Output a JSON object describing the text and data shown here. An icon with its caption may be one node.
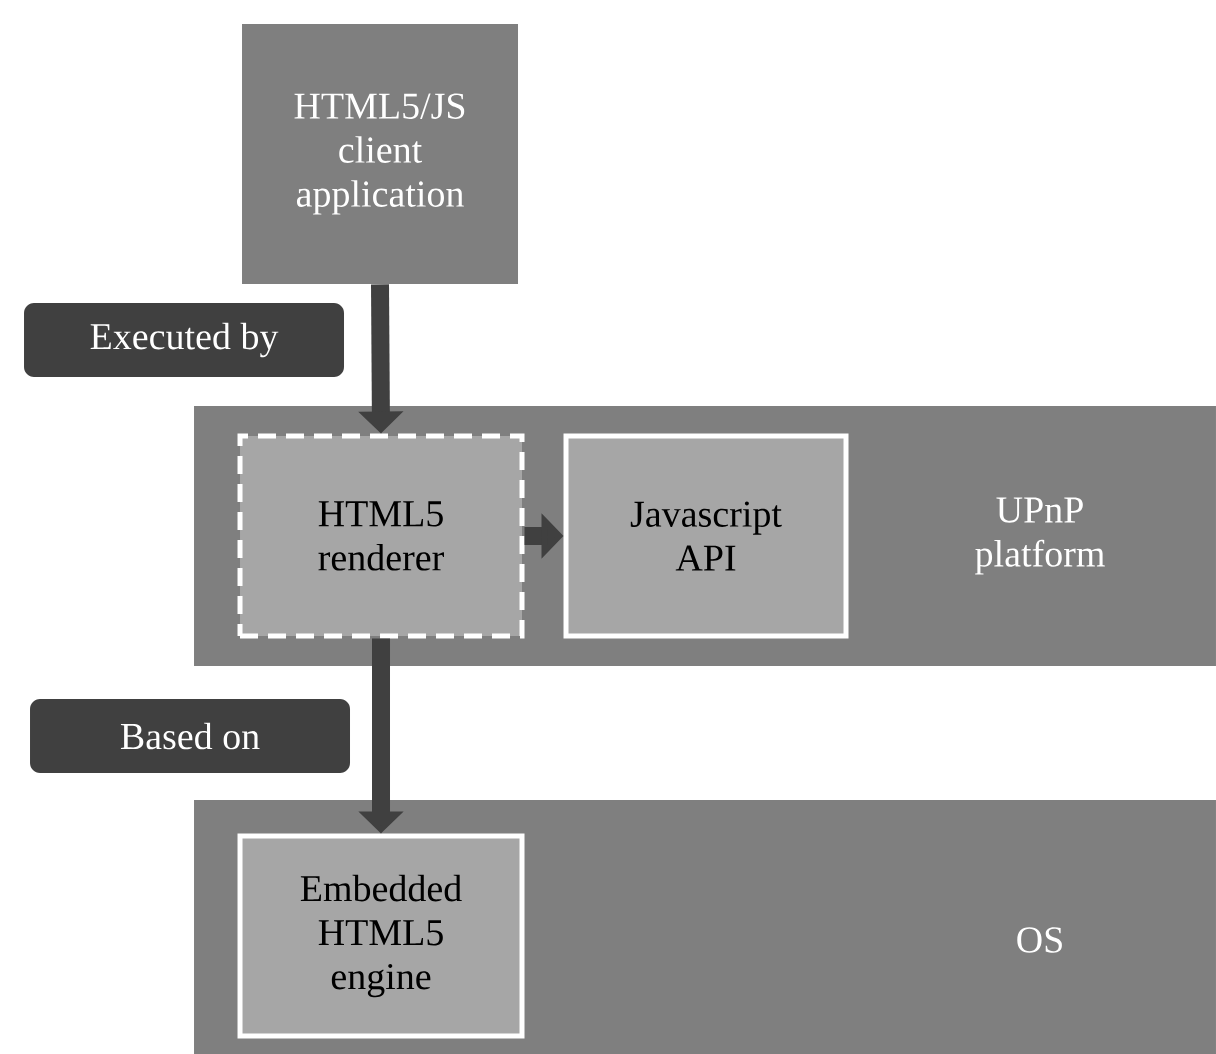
{
  "diagram": {
    "nodes": [
      {
        "text": [
          "HTML5/JS client application"
        ]
      },
      {
        "text": [
          "UPnP platform"
        ]
      },
      {
        "text": [
          "HTML5 renderer"
        ],
        "in": 1
      },
      {
        "text": [
          "Javascript API"
        ],
        "in": 1
      },
      {
        "text": [
          "OS"
        ]
      },
      {
        "text": [
          "Embedded HTML5 engine"
        ],
        "in": 4
      }
    ],
    "edges": [
      {
        "from": 0,
        "to": 2,
        "arrow": "to",
        "label": "Executed by"
      },
      {
        "from": 2,
        "to": 3,
        "arrow": "to"
      },
      {
        "from": 2,
        "to": 5,
        "arrow": "to",
        "label": "Based on"
      }
    ]
  }
}
